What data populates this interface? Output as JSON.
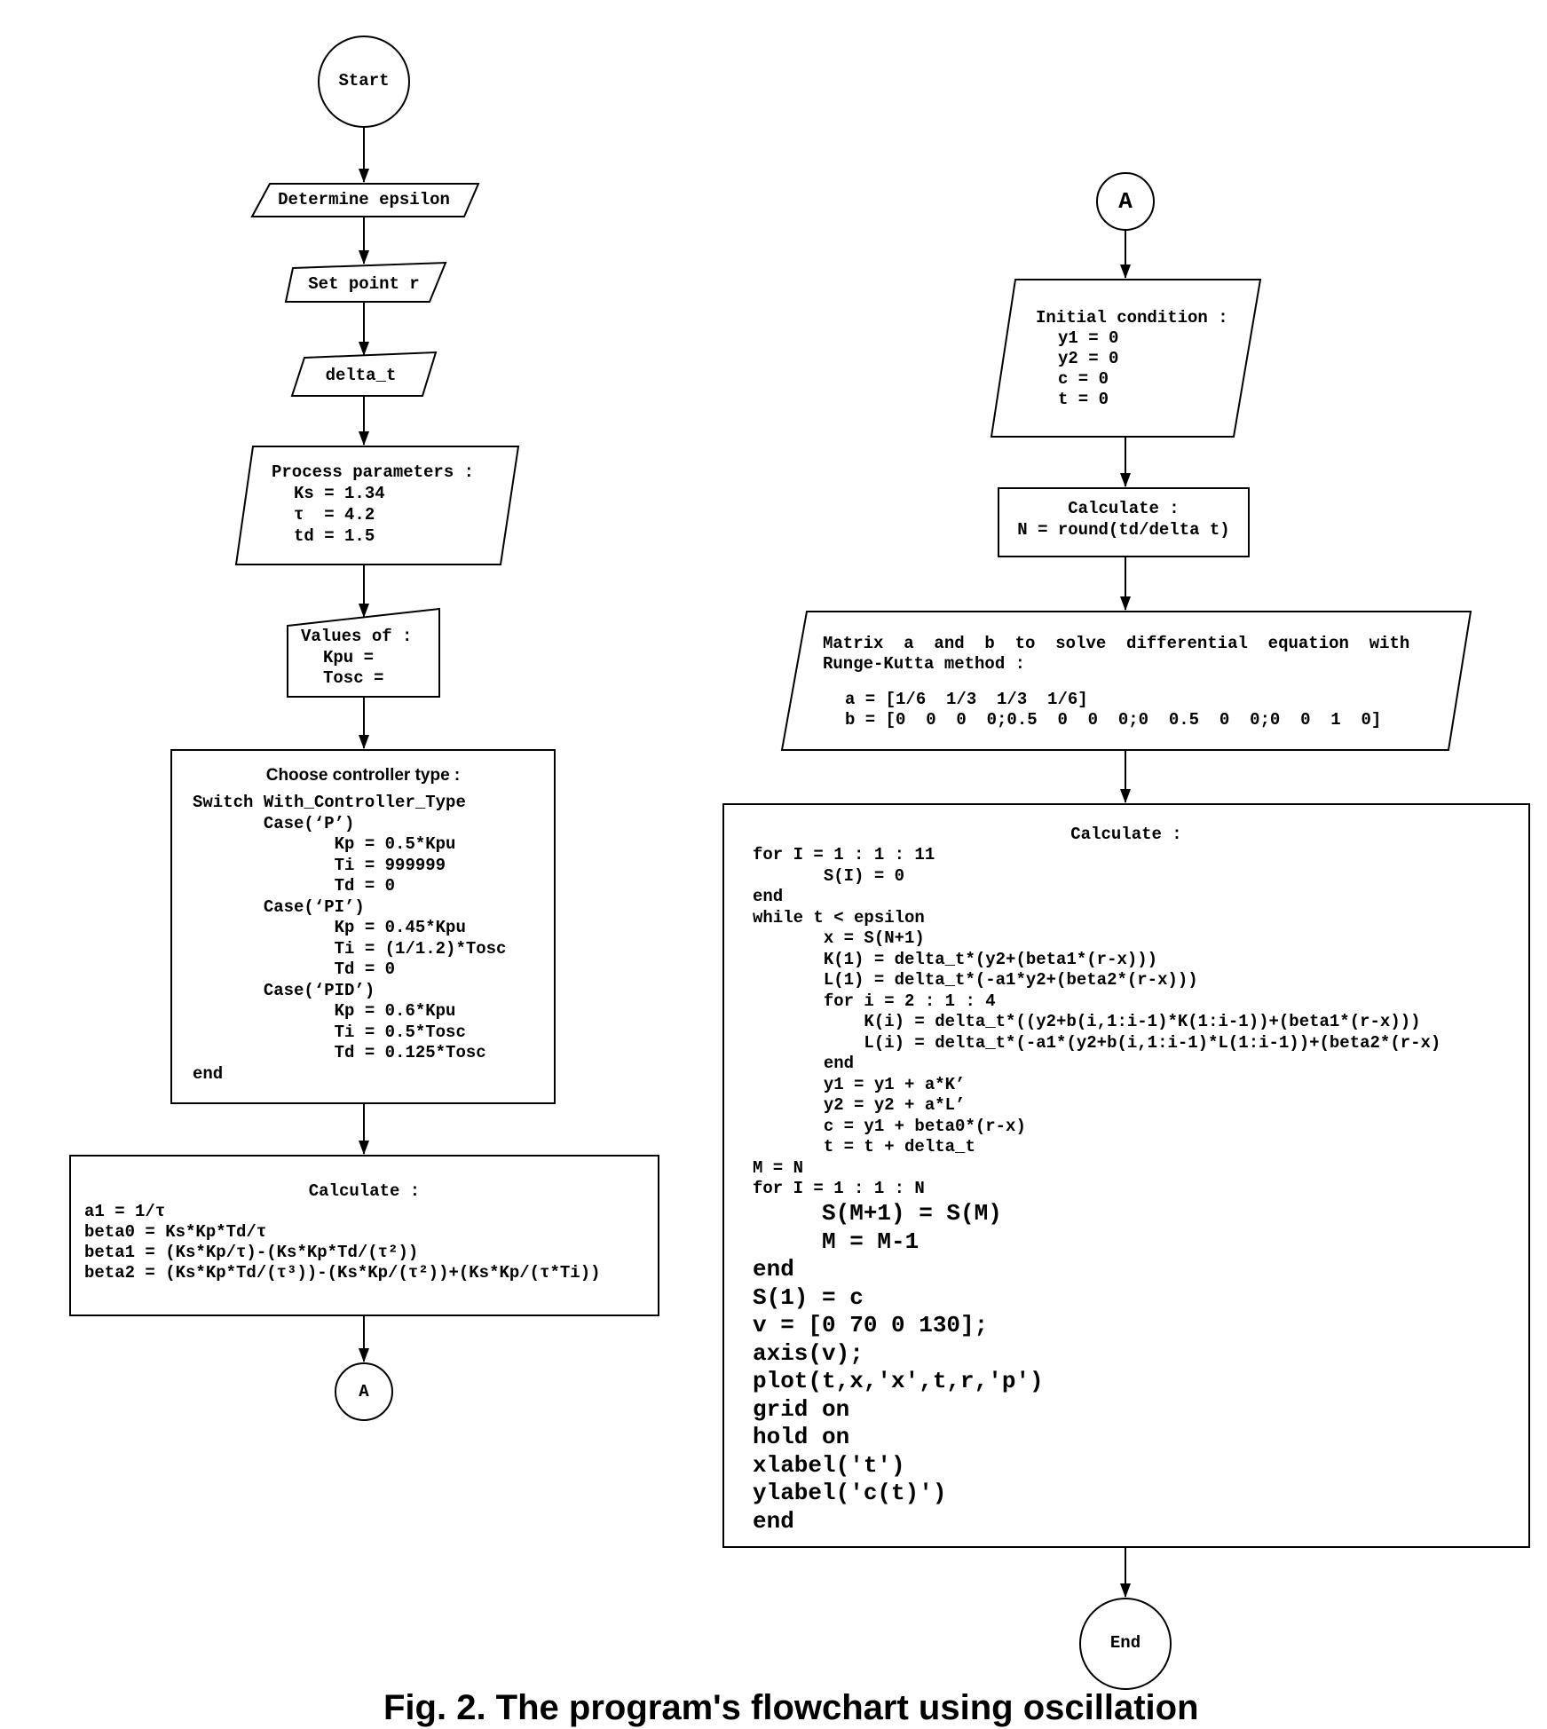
{
  "left": {
    "start": "Start",
    "determine_epsilon": "Determine epsilon",
    "set_point": "Set point r",
    "delta_t": "delta_t",
    "process_params": {
      "title": "Process parameters :",
      "lines": [
        "Ks = 1.34",
        "τ  = 4.2",
        "td = 1.5"
      ]
    },
    "values_of": {
      "title": "Values of :",
      "lines": [
        "Kpu =",
        "Tosc ="
      ]
    },
    "controller": {
      "title": "Choose controller type :",
      "lines": [
        "Switch With_Controller_Type",
        "       Case(‘P’)",
        "              Kp = 0.5*Kpu",
        "              Ti = 999999",
        "              Td = 0",
        "       Case(‘PI’)",
        "              Kp = 0.45*Kpu",
        "              Ti = (1/1.2)*Tosc",
        "              Td = 0",
        "       Case(‘PID’)",
        "              Kp = 0.6*Kpu",
        "              Ti = 0.5*Tosc",
        "              Td = 0.125*Tosc",
        "end"
      ]
    },
    "calc": {
      "title": "Calculate :",
      "a1": "a1 = 1/τ",
      "beta0": "beta0 = Ks*Kp*Td/τ",
      "beta1": "beta1 = (Ks*Kp/τ)-(Ks*Kp*Td/(τ²))",
      "beta2": "beta2 = (Ks*Kp*Td/(τ³))-(Ks*Kp/(τ²))+(Ks*Kp/(τ*Ti))"
    },
    "connector": "A"
  },
  "right": {
    "connector": "A",
    "initial": {
      "title": "Initial condition :",
      "lines": [
        "y1 = 0",
        "y2 = 0",
        "c = 0",
        "t = 0"
      ]
    },
    "calc_n": {
      "title": "Calculate :",
      "line": "N = round(td/delta t)"
    },
    "matrix": {
      "line1": "Matrix  a  and  b  to  solve  differential  equation  with",
      "line2": "Runge-Kutta method :",
      "a": "a = [1/6  1/3  1/3  1/6]",
      "b": "b = [0  0  0  0;0.5  0  0  0;0  0.5  0  0;0  0  1  0]"
    },
    "calc_main": {
      "title": "Calculate :",
      "small_lines": [
        "for I = 1 : 1 : 11",
        "       S(I) = 0",
        "end",
        "while t < epsilon",
        "       x = S(N+1)",
        "       K(1) = delta_t*(y2+(beta1*(r-x)))",
        "       L(1) = delta_t*(-a1*y2+(beta2*(r-x)))",
        "       for i = 2 : 1 : 4",
        "           K(i) = delta_t*((y2+b(i,1:i-1)*K(1:i-1))+(beta1*(r-x)))",
        "           L(i) = delta_t*(-a1*(y2+b(i,1:i-1)*L(1:i-1))+(beta2*(r-x)",
        "       end",
        "       y1 = y1 + a*K’",
        "       y2 = y2 + a*L’",
        "       c = y1 + beta0*(r-x)",
        "       t = t + delta_t",
        "M = N",
        "for I = 1 : 1 : N"
      ],
      "big_lines": [
        "     S(M+1) = S(M)",
        "     M = M-1",
        "end",
        "S(1) = c",
        "v = [0 70 0 130];",
        "axis(v);",
        "plot(t,x,'x',t,r,'p')",
        "grid on",
        "hold on",
        "xlabel('t')",
        "ylabel('c(t)')",
        "end"
      ]
    },
    "end": "End"
  },
  "caption": "Fig. 2. The program's flowchart using oscillation"
}
